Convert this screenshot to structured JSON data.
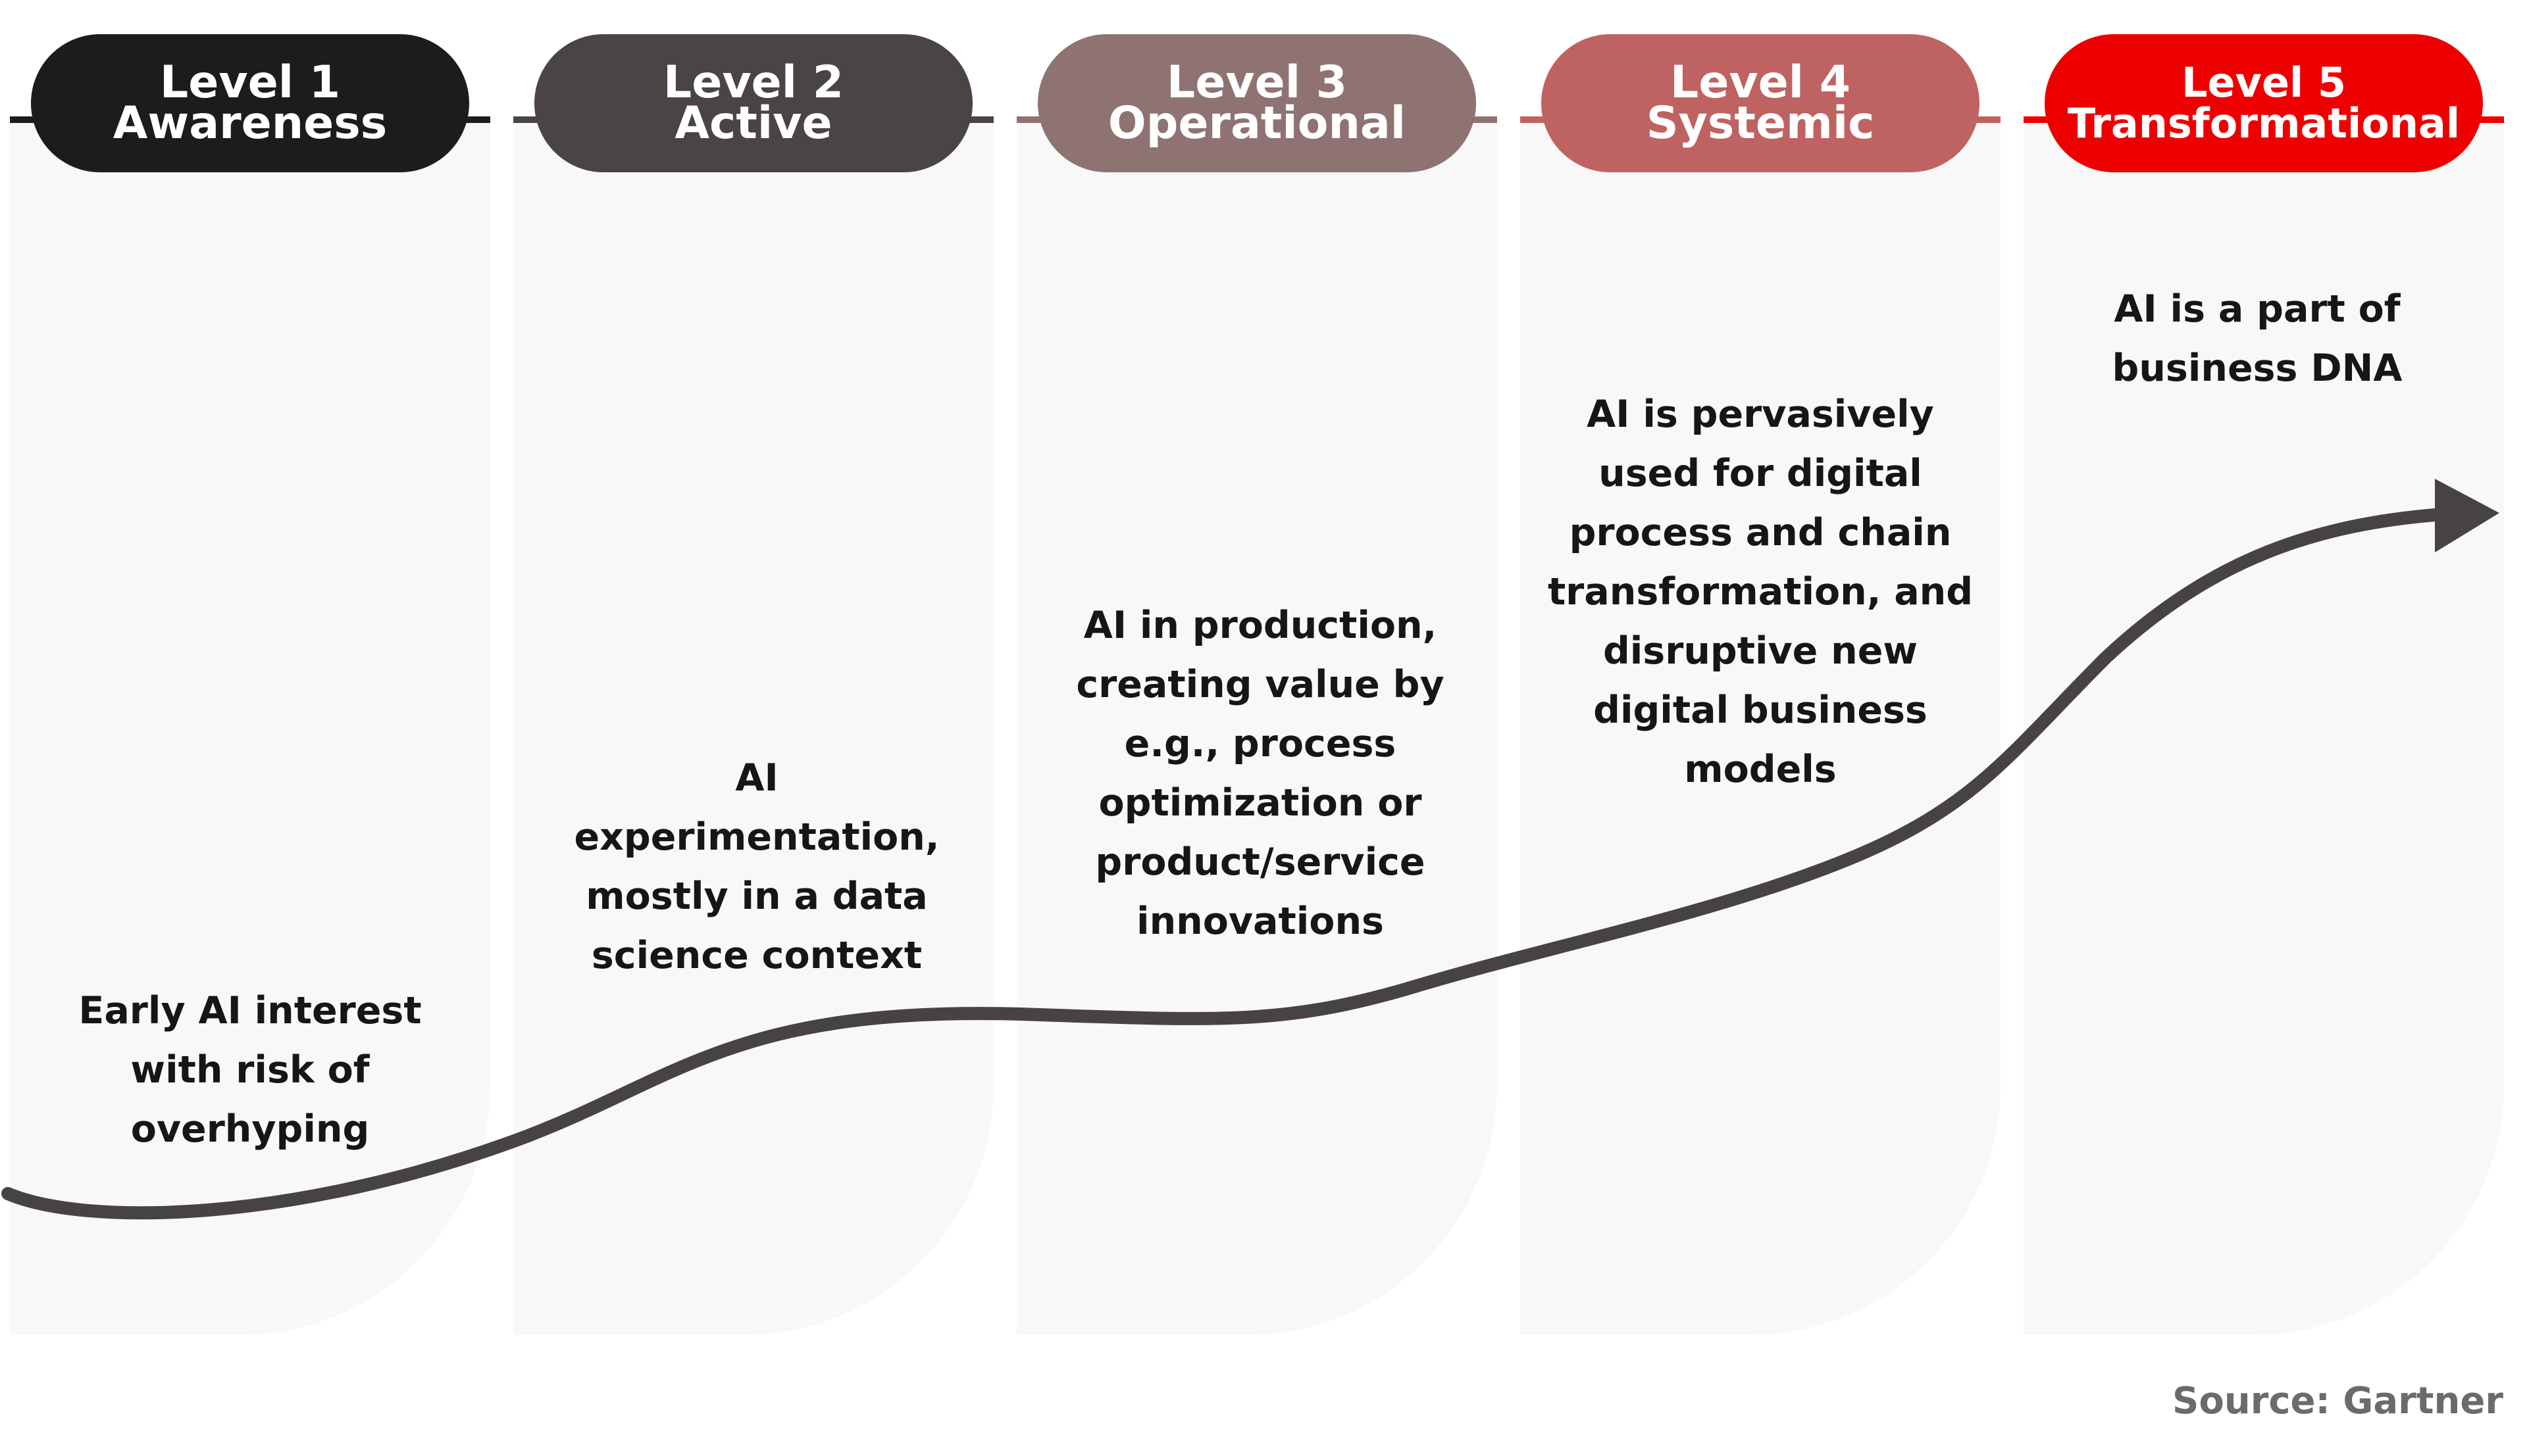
{
  "levels": [
    {
      "number_label": "Level 1",
      "name": "Awareness",
      "color": "#1c1c1c",
      "description": "Early AI interest\nwith risk of\noverhyping"
    },
    {
      "number_label": "Level 2",
      "name": "Active",
      "color": "#4a4544",
      "description": "AI\nexperimentation,\nmostly in a data\nscience context"
    },
    {
      "number_label": "Level 3",
      "name": "Operational",
      "color": "#8f7373",
      "description": "AI in production,\ncreating value by\ne.g., process\noptimization or\nproduct/service\ninnovations"
    },
    {
      "number_label": "Level 4",
      "name": "Systemic",
      "color": "#bf6262",
      "description": "AI is pervasively\nused for digital\nprocess and chain\ntransformation, and\ndisruptive new\ndigital business\nmodels"
    },
    {
      "number_label": "Level 5",
      "name": "Transformational",
      "color": "#ee0000",
      "description": "AI is a part of\nbusiness DNA"
    }
  ],
  "curve_color": "#474243",
  "source": "Source: Gartner"
}
